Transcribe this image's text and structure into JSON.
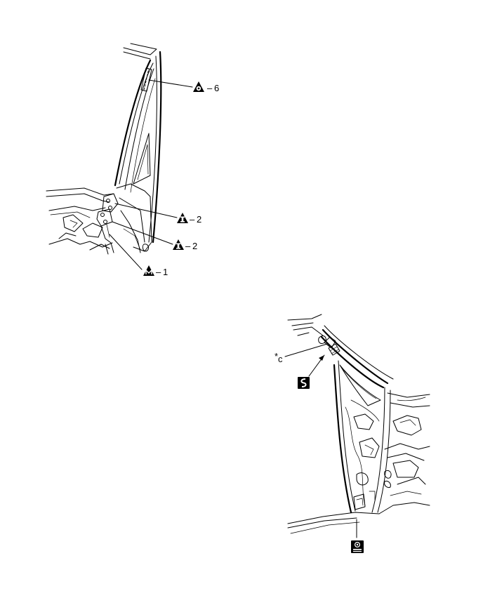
{
  "callouts_top": [
    {
      "icon": "triangle-o-symbol",
      "dash": "–",
      "number": "6"
    },
    {
      "icon": "triangle-i-symbol",
      "dash": "–",
      "number": "2"
    },
    {
      "icon": "triangle-i-symbol",
      "dash": "–",
      "number": "2"
    },
    {
      "icon": "triangle-m-symbol",
      "dash": "–",
      "number": "1"
    }
  ],
  "callouts_bottom": {
    "ref_prefix": "*",
    "ref_letter": "c",
    "icons": [
      "s-wave-symbol",
      "weld-spot-symbol"
    ]
  },
  "colors": {
    "line": "#000000",
    "background": "#ffffff"
  }
}
